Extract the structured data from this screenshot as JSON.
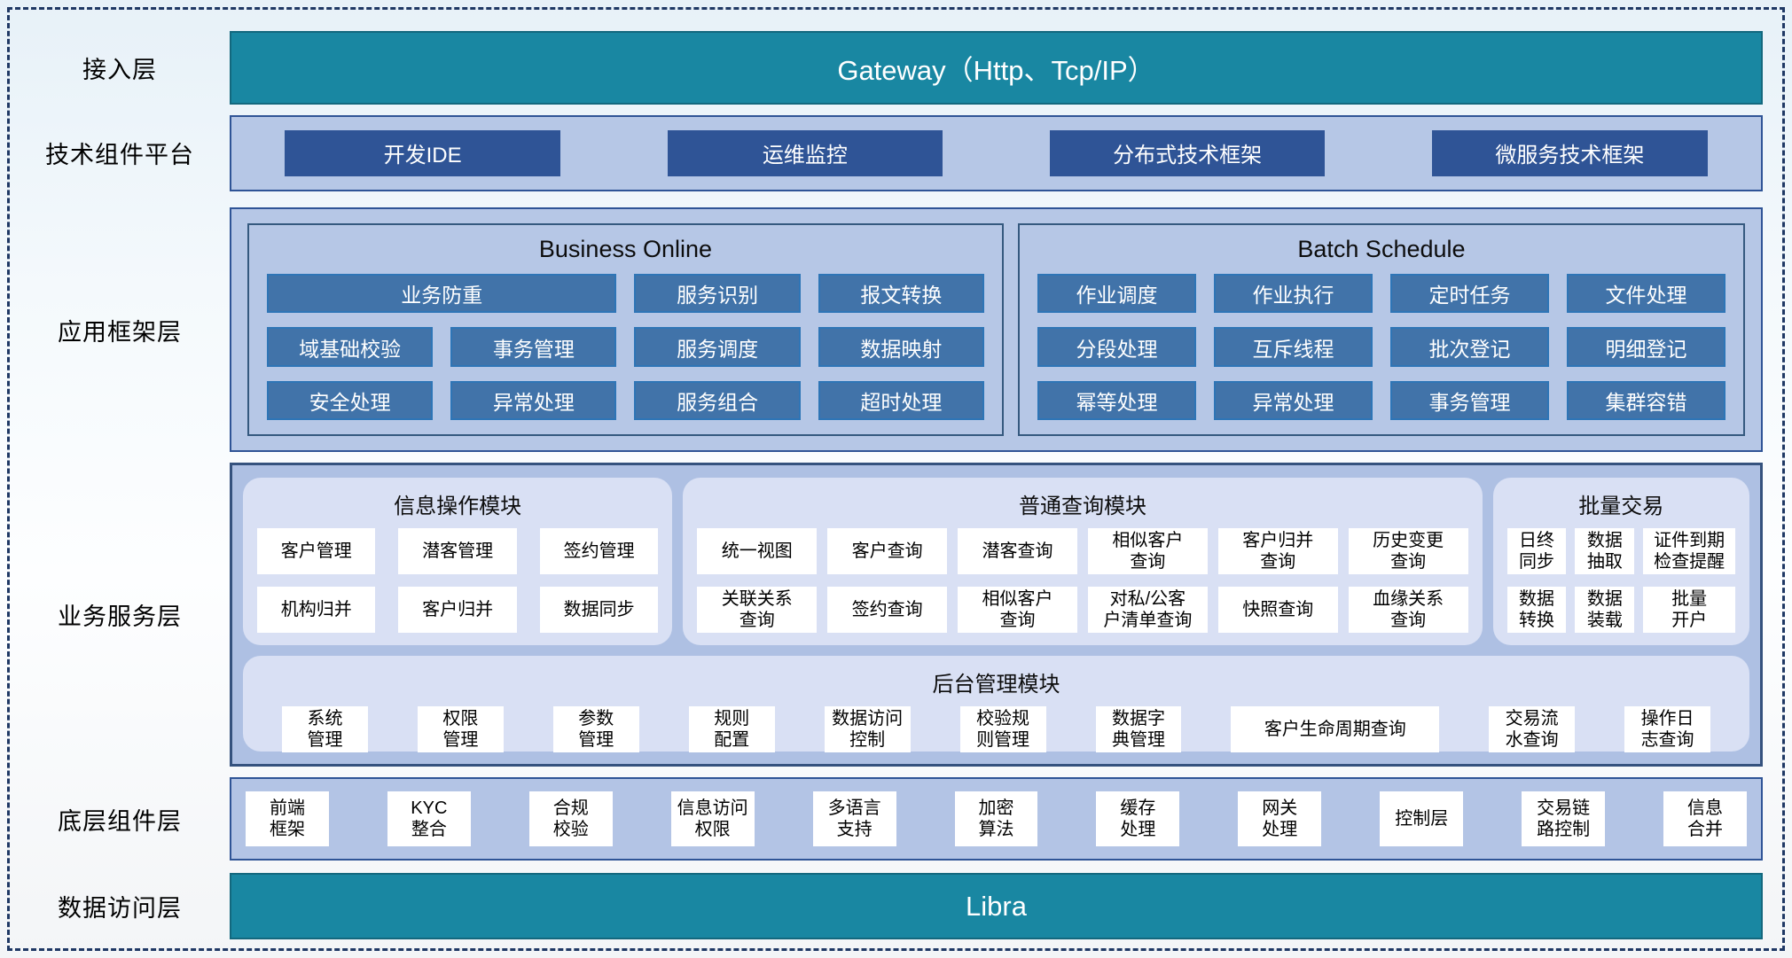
{
  "colors": {
    "teal": "#1987a2",
    "dark_blue": "#2f5496",
    "steel_blue": "#4173a9",
    "chip_border": "#2e75b6",
    "light_container": "#b6c7e6",
    "service_container": "#aec0e3",
    "module_bg": "#d9e0f4",
    "border_dark": "#2f5496",
    "dashed_border": "#1f3864"
  },
  "layers": {
    "access": {
      "label": "接入层",
      "bar_text": "Gateway（Http、Tcp/IP）"
    },
    "tech": {
      "label": "技术组件平台",
      "items": [
        "开发IDE",
        "运维监控",
        "分布式技术框架",
        "微服务技术框架"
      ]
    },
    "app_frame": {
      "label": "应用框架层",
      "business_online": {
        "title": "Business Online",
        "items": [
          {
            "label": "业务防重",
            "span": 2
          },
          "服务识别",
          "报文转换",
          "域基础校验",
          "事务管理",
          "服务调度",
          "数据映射",
          "安全处理",
          "异常处理",
          "服务组合",
          "超时处理"
        ]
      },
      "batch_schedule": {
        "title": "Batch Schedule",
        "items": [
          "作业调度",
          "作业执行",
          "定时任务",
          "文件处理",
          "分段处理",
          "互斥线程",
          "批次登记",
          "明细登记",
          "幂等处理",
          "异常处理",
          "事务管理",
          "集群容错"
        ]
      }
    },
    "service": {
      "label": "业务服务层",
      "info_module": {
        "title": "信息操作模块",
        "items": [
          "客户管理",
          "潜客管理",
          "签约管理",
          "机构归并",
          "客户归并",
          "数据同步"
        ]
      },
      "query_module": {
        "title": "普通查询模块",
        "items": [
          "统一视图",
          "客户查询",
          "潜客查询",
          "相似客户\n查询",
          "客户归并\n查询",
          "历史变更\n查询",
          "关联关系\n查询",
          "签约查询",
          "相似客户\n查询",
          "对私/公客\n户清单查询",
          "快照查询",
          "血缘关系\n查询"
        ]
      },
      "batch_module": {
        "title": "批量交易",
        "items": [
          "日终\n同步",
          "数据\n抽取",
          "证件到期\n检查提醒",
          "数据\n转换",
          "数据\n装载",
          "批量\n开户"
        ]
      },
      "admin_module": {
        "title": "后台管理模块",
        "items": [
          "系统\n管理",
          "权限\n管理",
          "参数\n管理",
          "规则\n配置",
          "数据访问\n控制",
          "校验规\n则管理",
          "数据字\n典管理",
          {
            "label": "客户生命周期查询",
            "wide": true
          },
          "交易流\n水查询",
          "操作日\n志查询"
        ]
      }
    },
    "base": {
      "label": "底层组件层",
      "items": [
        "前端\n框架",
        "KYC\n整合",
        "合规\n校验",
        "信息访问\n权限",
        "多语言\n支持",
        "加密\n算法",
        "缓存\n处理",
        "网关\n处理",
        "控制层",
        "交易链\n路控制",
        "信息\n合并"
      ]
    },
    "data_access": {
      "label": "数据访问层",
      "bar_text": "Libra"
    }
  }
}
